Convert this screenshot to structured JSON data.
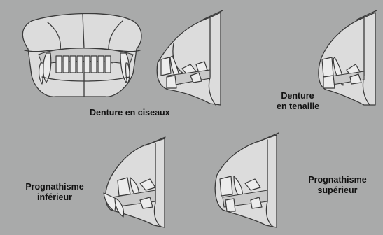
{
  "labels": {
    "scissor_bite": "Denture en ciseaux",
    "level_bite_line1": "Denture",
    "level_bite_line2": "en tenaille",
    "underbite_line1": "Prognathisme",
    "underbite_line2": "inférieur",
    "overbite_line1": "Prognathisme",
    "overbite_line2": "supérieur"
  },
  "colors": {
    "background": "#a9aaaa",
    "drawing_fill": "#dcdcdc",
    "line": "#3a3a3a"
  }
}
